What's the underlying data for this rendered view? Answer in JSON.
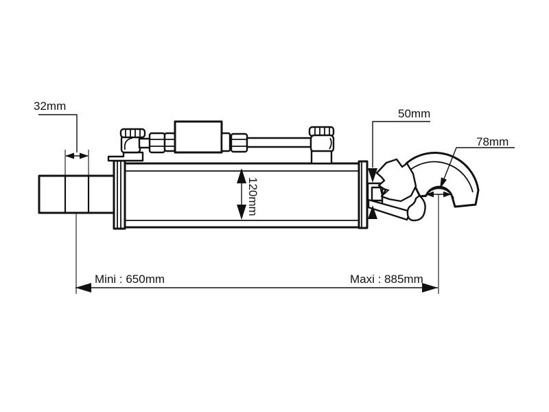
{
  "diagram": {
    "type": "technical-dimension-drawing",
    "subject": "hydraulic-top-link-side-view",
    "background_color": "#ffffff",
    "line_color": "#111111",
    "labels": {
      "shaft_diameter": "32mm",
      "cylinder_diameter": "120mm",
      "pin_width": "50mm",
      "hook_opening": "78mm",
      "length_min": "Mini : 650mm",
      "length_max": "Maxi : 885mm"
    }
  }
}
